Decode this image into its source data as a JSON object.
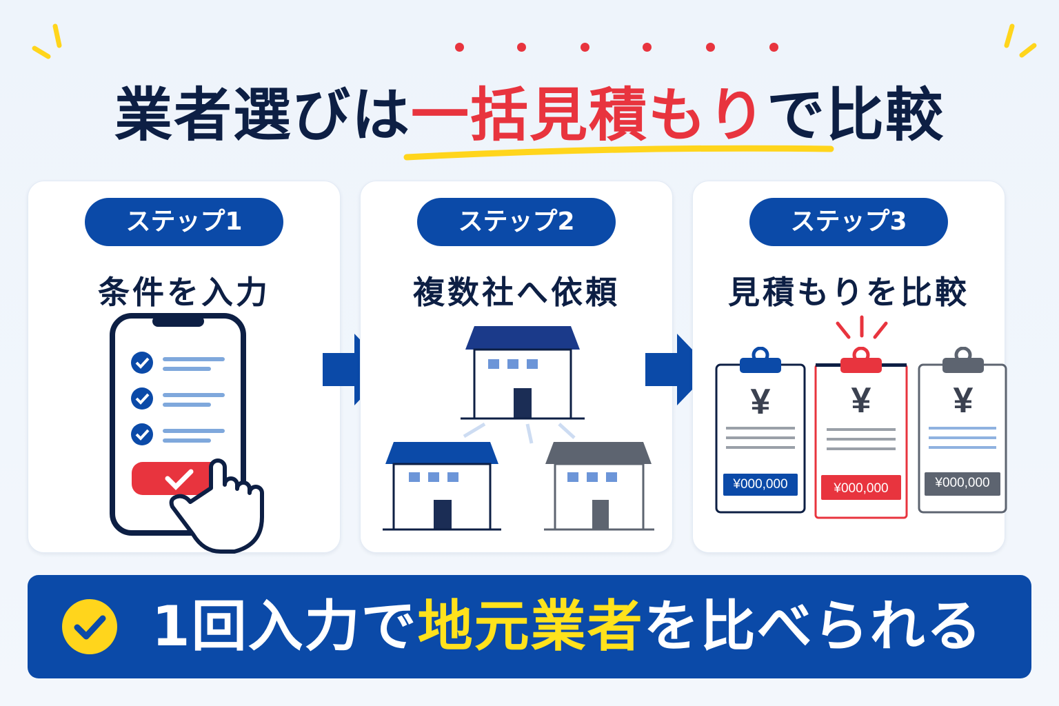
{
  "title": {
    "part1": "業者選びは",
    "highlight": "一括見積もり",
    "part2": "で比較"
  },
  "steps": [
    {
      "label": "ステップ1",
      "title": "条件を入力"
    },
    {
      "label": "ステップ2",
      "title": "複数社へ依頼"
    },
    {
      "label": "ステップ3",
      "title": "見積もりを比較"
    }
  ],
  "quotes": [
    {
      "currency": "¥",
      "price": "¥000,000",
      "color": "#0b4aa8"
    },
    {
      "currency": "¥",
      "price": "¥000,000",
      "color": "#e8343e"
    },
    {
      "currency": "¥",
      "price": "¥000,000",
      "color": "#5d6470"
    }
  ],
  "banner": {
    "part1": "1回入力で",
    "highlight": "地元業者",
    "part2": "を比べられる"
  },
  "colors": {
    "navy": "#0d1f44",
    "blue": "#0b4aa8",
    "red": "#e8343e",
    "yellow": "#ffd51c",
    "gray": "#5d6470"
  }
}
